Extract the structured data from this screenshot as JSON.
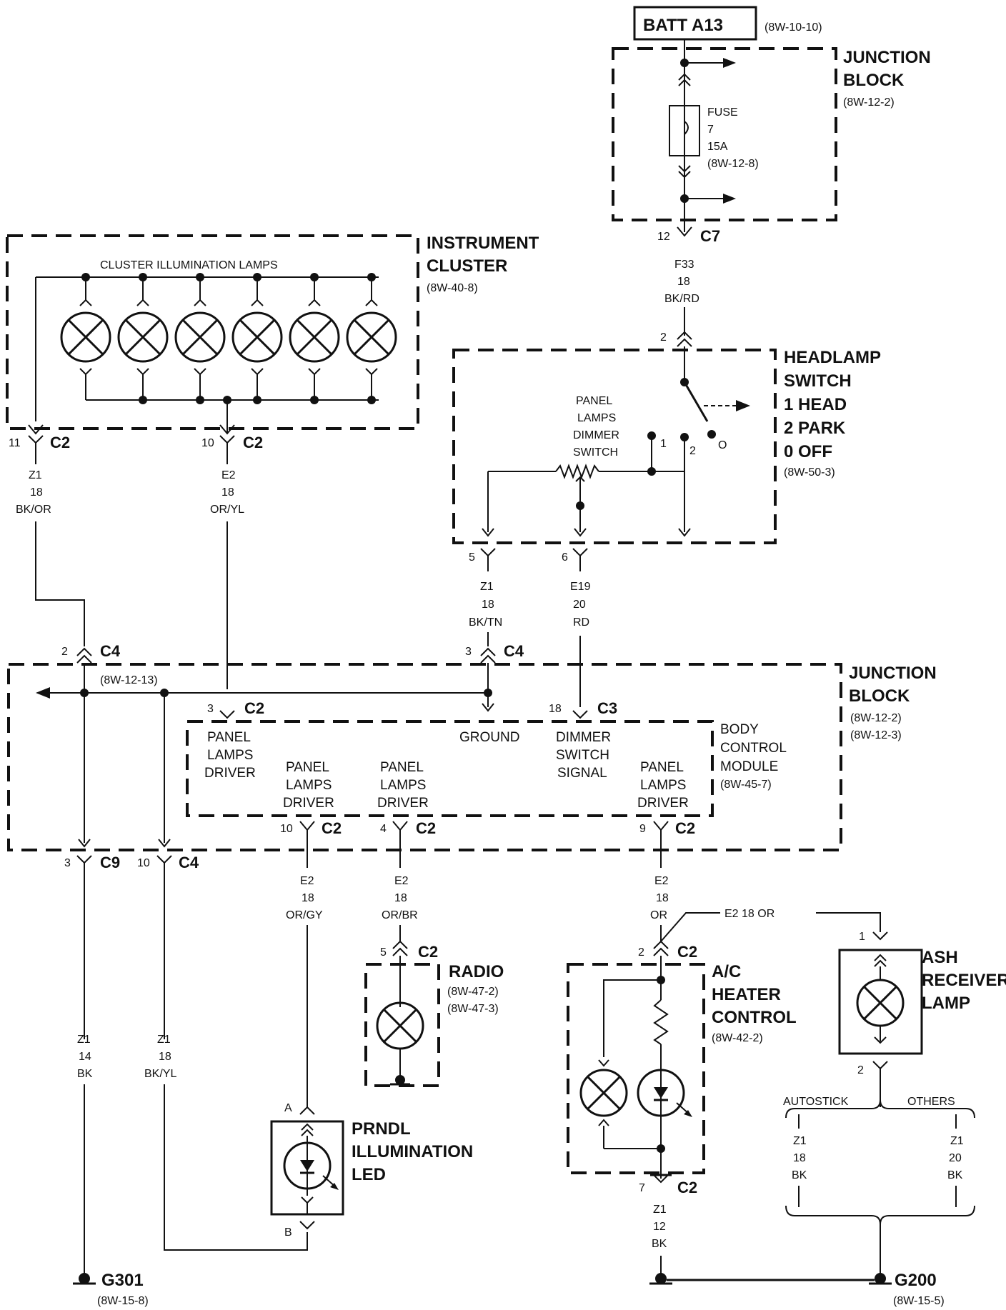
{
  "batt": {
    "label": "BATT A13",
    "ref": "(8W-10-10)"
  },
  "junction_block_top": {
    "title1": "JUNCTION",
    "title2": "BLOCK",
    "ref": "(8W-12-2)",
    "fuse_label": "FUSE",
    "fuse_num": "7",
    "fuse_amp": "15A",
    "fuse_ref": "(8W-12-8)"
  },
  "c7": {
    "pin": "12",
    "name": "C7"
  },
  "f33": {
    "circuit": "F33",
    "gauge": "18",
    "color": "BK/RD"
  },
  "instrument_cluster": {
    "title1": "INSTRUMENT",
    "title2": "CLUSTER",
    "ref": "(8W-40-8)",
    "lamps_label": "CLUSTER ILLUMINATION LAMPS"
  },
  "ic_c2_11": {
    "pin": "11",
    "name": "C2"
  },
  "ic_c2_10": {
    "pin": "10",
    "name": "C2"
  },
  "wire_z1_bkor": {
    "circuit": "Z1",
    "gauge": "18",
    "color": "BK/OR"
  },
  "wire_e2_oryl": {
    "circuit": "E2",
    "gauge": "18",
    "color": "OR/YL"
  },
  "headlamp_switch": {
    "t1": "HEADLAMP",
    "t2": "SWITCH",
    "t3": "1 HEAD",
    "t4": "2 PARK",
    "t5": "0 OFF",
    "ref": "(8W-50-3)",
    "pin_in": "2",
    "dimmer1": "PANEL",
    "dimmer2": "LAMPS",
    "dimmer3": "DIMMER",
    "dimmer4": "SWITCH",
    "pos1": "1",
    "pos2": "2",
    "pos0": "O",
    "pin5": "5",
    "pin6": "6"
  },
  "wire_z1_bktn": {
    "circuit": "Z1",
    "gauge": "18",
    "color": "BK/TN"
  },
  "wire_e19": {
    "circuit": "E19",
    "gauge": "20",
    "color": "RD"
  },
  "junction_block_mid": {
    "title1": "JUNCTION",
    "title2": "BLOCK",
    "ref1": "(8W-12-2)",
    "ref2": "(8W-12-3)",
    "inner_ref": "(8W-12-13)"
  },
  "c4_left": {
    "pin": "2",
    "name": "C4"
  },
  "c4_right": {
    "pin": "3",
    "name": "C4"
  },
  "bcm": {
    "t1": "BODY",
    "t2": "CONTROL",
    "t3": "MODULE",
    "ref": "(8W-45-7)",
    "c2_3": {
      "pin": "3",
      "name": "C2"
    },
    "c3_18": {
      "pin": "18",
      "name": "C3"
    },
    "pld1": "PANEL",
    "pld2": "LAMPS",
    "pld3": "DRIVER",
    "ground": "GROUND",
    "dss1": "DIMMER",
    "dss2": "SWITCH",
    "dss3": "SIGNAL",
    "c2_10": {
      "pin": "10",
      "name": "C2"
    },
    "c2_4": {
      "pin": "4",
      "name": "C2"
    },
    "c2_9": {
      "pin": "9",
      "name": "C2"
    }
  },
  "c9": {
    "pin": "3",
    "name": "C9"
  },
  "c4_bot": {
    "pin": "10",
    "name": "C4"
  },
  "wire_e2_orgy": {
    "circuit": "E2",
    "gauge": "18",
    "color": "OR/GY"
  },
  "wire_e2_orbr": {
    "circuit": "E2",
    "gauge": "18",
    "color": "OR/BR"
  },
  "wire_e2_or": {
    "circuit": "E2",
    "gauge": "18",
    "color": "OR"
  },
  "wire_e2_or_h": "E2  18 OR",
  "radio": {
    "title": "RADIO",
    "ref1": "(8W-47-2)",
    "ref2": "(8W-47-3)",
    "pin": "5",
    "name": "C2"
  },
  "ac": {
    "t1": "A/C",
    "t2": "HEATER",
    "t3": "CONTROL",
    "ref": "(8W-42-2)",
    "pin_in": "2",
    "pin_out": "7",
    "name": "C2"
  },
  "ash": {
    "t1": "ASH",
    "t2": "RECEIVER",
    "t3": "LAMP",
    "pin1": "1",
    "pin2": "2"
  },
  "wire_z1_14bk": {
    "circuit": "Z1",
    "gauge": "14",
    "color": "BK"
  },
  "wire_z1_18bkyl": {
    "circuit": "Z1",
    "gauge": "18",
    "color": "BK/YL"
  },
  "prndl": {
    "t1": "PRNDL",
    "t2": "ILLUMINATION",
    "t3": "LED",
    "pa": "A",
    "pb": "B"
  },
  "wire_z1_12bk": {
    "circuit": "Z1",
    "gauge": "12",
    "color": "BK"
  },
  "autostick": "AUTOSTICK",
  "others": "OTHERS",
  "wire_z1_18bk": {
    "circuit": "Z1",
    "gauge": "18",
    "color": "BK"
  },
  "wire_z1_20bk": {
    "circuit": "Z1",
    "gauge": "20",
    "color": "BK"
  },
  "g301": {
    "name": "G301",
    "ref": "(8W-15-8)"
  },
  "g200": {
    "name": "G200",
    "ref": "(8W-15-5)"
  }
}
